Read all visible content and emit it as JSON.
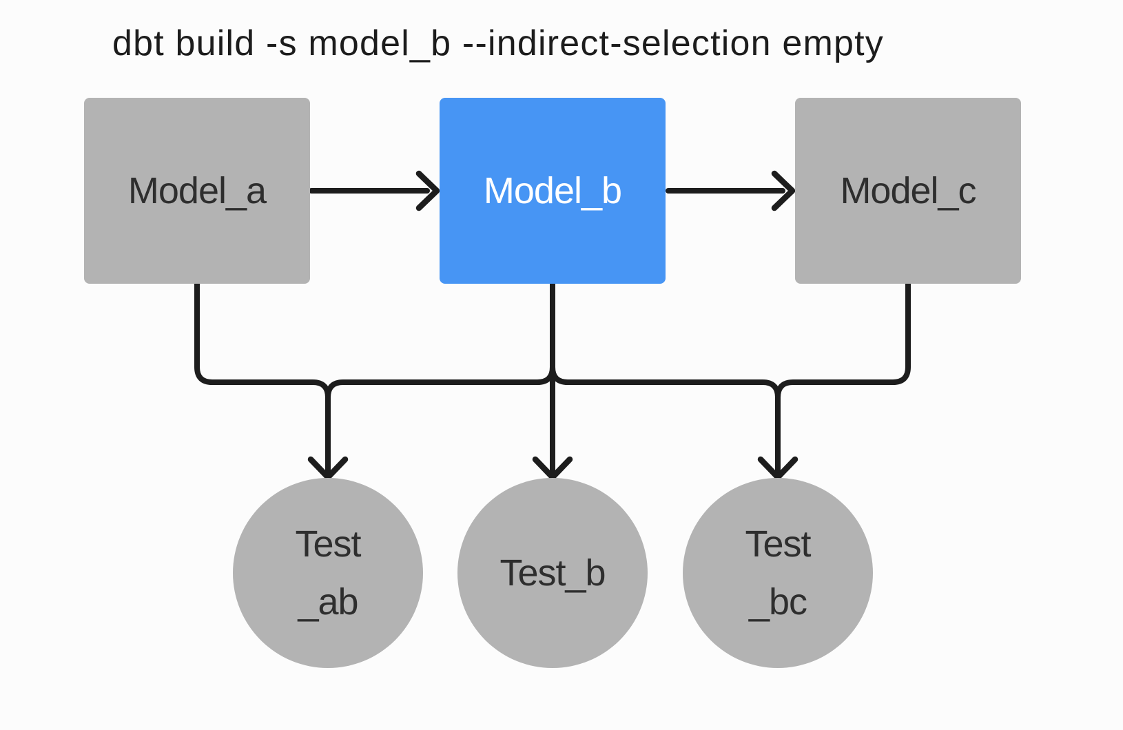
{
  "title": "dbt build -s model_b --indirect-selection empty",
  "theme": {
    "background": "#fcfcfc",
    "node_gray": "#b3b3b3",
    "accent_blue": "#4795f4",
    "line_color": "#1d1d1d",
    "node_text_dark": "#2e2e2e",
    "node_text_light": "#ffffff",
    "title_color": "#1c1c1c"
  },
  "models": [
    {
      "id": "model_a",
      "label": "Model_a",
      "selected": false
    },
    {
      "id": "model_b",
      "label": "Model_b",
      "selected": true
    },
    {
      "id": "model_c",
      "label": "Model_c",
      "selected": false
    }
  ],
  "tests": [
    {
      "id": "test_ab",
      "lines": [
        "Test",
        "_ab"
      ]
    },
    {
      "id": "test_b",
      "lines": [
        "Test_b",
        ""
      ]
    },
    {
      "id": "test_bc",
      "lines": [
        "Test",
        "_bc"
      ]
    }
  ],
  "edges": [
    {
      "from": "model_a",
      "to": "model_b"
    },
    {
      "from": "model_b",
      "to": "model_c"
    },
    {
      "from": "model_a",
      "to": "test_ab"
    },
    {
      "from": "model_b",
      "to": "test_ab"
    },
    {
      "from": "model_b",
      "to": "test_b"
    },
    {
      "from": "model_b",
      "to": "test_bc"
    },
    {
      "from": "model_c",
      "to": "test_bc"
    }
  ]
}
